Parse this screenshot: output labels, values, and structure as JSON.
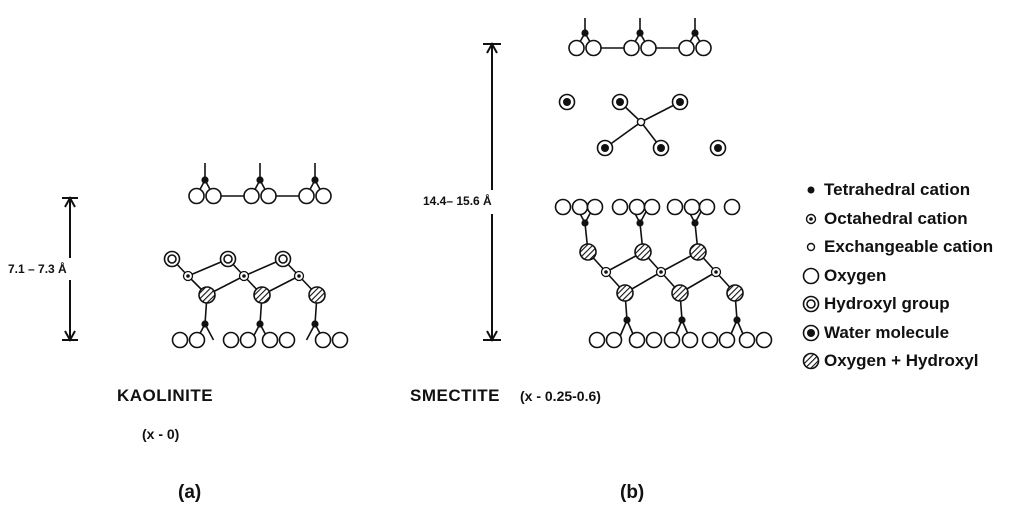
{
  "labels": {
    "kaolinite_spacing": "7.1 – 7.3 Å",
    "smectite_spacing": "14.4– 15.6 Å",
    "kaolinite_name": "KAOLINITE",
    "kaolinite_formula": "(x - 0)",
    "smectite_name": "SMECTITE",
    "smectite_formula": "(x - 0.25-0.6)",
    "panel_a": "(a)",
    "panel_b": "(b)"
  },
  "legend": [
    {
      "symbol": "tetrahedral-cation",
      "label": "Tetrahedral cation"
    },
    {
      "symbol": "octahedral-cation",
      "label": "Octahedral cation"
    },
    {
      "symbol": "exchangeable-cation",
      "label": "Exchangeable cation"
    },
    {
      "symbol": "oxygen",
      "label": "Oxygen"
    },
    {
      "symbol": "hydroxyl-group",
      "label": "Hydroxyl group"
    },
    {
      "symbol": "water-molecule",
      "label": "Water molecule"
    },
    {
      "symbol": "oxygen-hydroxyl",
      "label": "Oxygen + Hydroxyl"
    }
  ]
}
